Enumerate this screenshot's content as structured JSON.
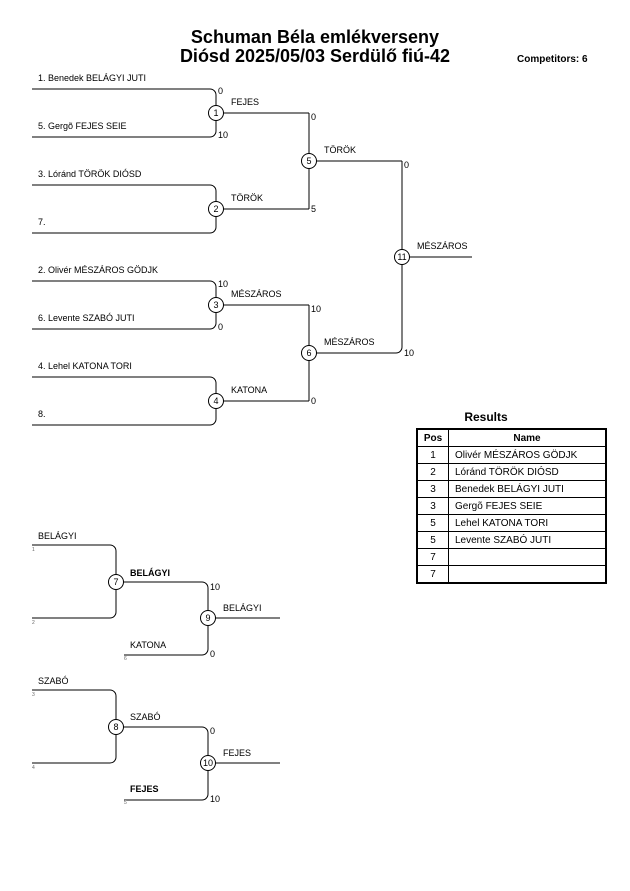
{
  "header": {
    "title_line1": "Schuman Béla emlékverseny",
    "title_line2": "Diósd 2025/05/03 Serdülő fiú-42",
    "competitors": "Competitors: 6"
  },
  "main_bracket": {
    "entries": [
      "1. Benedek BELÁGYI JUTI",
      "5. Gergõ FEJES SEIE",
      "3. Lóránd TÖRÖK DIÓSD",
      "7.",
      "2. Olivér MÉSZÁROS GÖDJK",
      "6. Levente SZABÓ JUTI",
      "4. Lehel KATONA TORI",
      "8."
    ],
    "matches": [
      {
        "id": "1",
        "winner": "FEJES",
        "score_top": "0",
        "score_bottom": "10"
      },
      {
        "id": "2",
        "winner": "TÖRÖK",
        "score_top": "",
        "score_bottom": ""
      },
      {
        "id": "3",
        "winner": "MÉSZÁROS",
        "score_top": "10",
        "score_bottom": "0"
      },
      {
        "id": "4",
        "winner": "KATONA",
        "score_top": "",
        "score_bottom": ""
      },
      {
        "id": "5",
        "winner": "TÖRÖK",
        "score_top": "0",
        "score_bottom": "5"
      },
      {
        "id": "6",
        "winner": "MÉSZÁROS",
        "score_top": "10",
        "score_bottom": "0"
      },
      {
        "id": "11",
        "winner": "MÉSZÁROS",
        "score_top": "0",
        "score_bottom": "10"
      }
    ]
  },
  "repechage": [
    {
      "top_name": "BELÁGYI",
      "top_seed": "1",
      "bottom_seed": "2",
      "match_a": {
        "id": "7",
        "winner": "BELÁGYI"
      },
      "second_name": "KATONA",
      "second_seed": "6",
      "final": {
        "id": "9",
        "winner": "BELÁGYI",
        "score_top": "10",
        "score_bottom": "0"
      }
    },
    {
      "top_name": "SZABÓ",
      "top_seed": "3",
      "bottom_seed": "4",
      "match_a": {
        "id": "8",
        "winner": "SZABÓ"
      },
      "second_name": "FEJES",
      "second_seed": "5",
      "final": {
        "id": "10",
        "winner": "FEJES",
        "score_top": "0",
        "score_bottom": "10"
      }
    }
  ],
  "results": {
    "title": "Results",
    "headers": {
      "pos": "Pos",
      "name": "Name"
    },
    "rows": [
      {
        "pos": "1",
        "name": "Olivér MÉSZÁROS GÖDJK"
      },
      {
        "pos": "2",
        "name": "Lóránd TÖRÖK DIÓSD"
      },
      {
        "pos": "3",
        "name": "Benedek BELÁGYI JUTI"
      },
      {
        "pos": "3",
        "name": "Gergõ FEJES SEIE"
      },
      {
        "pos": "5",
        "name": "Lehel KATONA TORI"
      },
      {
        "pos": "5",
        "name": "Levente SZABÓ JUTI"
      },
      {
        "pos": "7",
        "name": ""
      },
      {
        "pos": "7",
        "name": ""
      }
    ]
  }
}
